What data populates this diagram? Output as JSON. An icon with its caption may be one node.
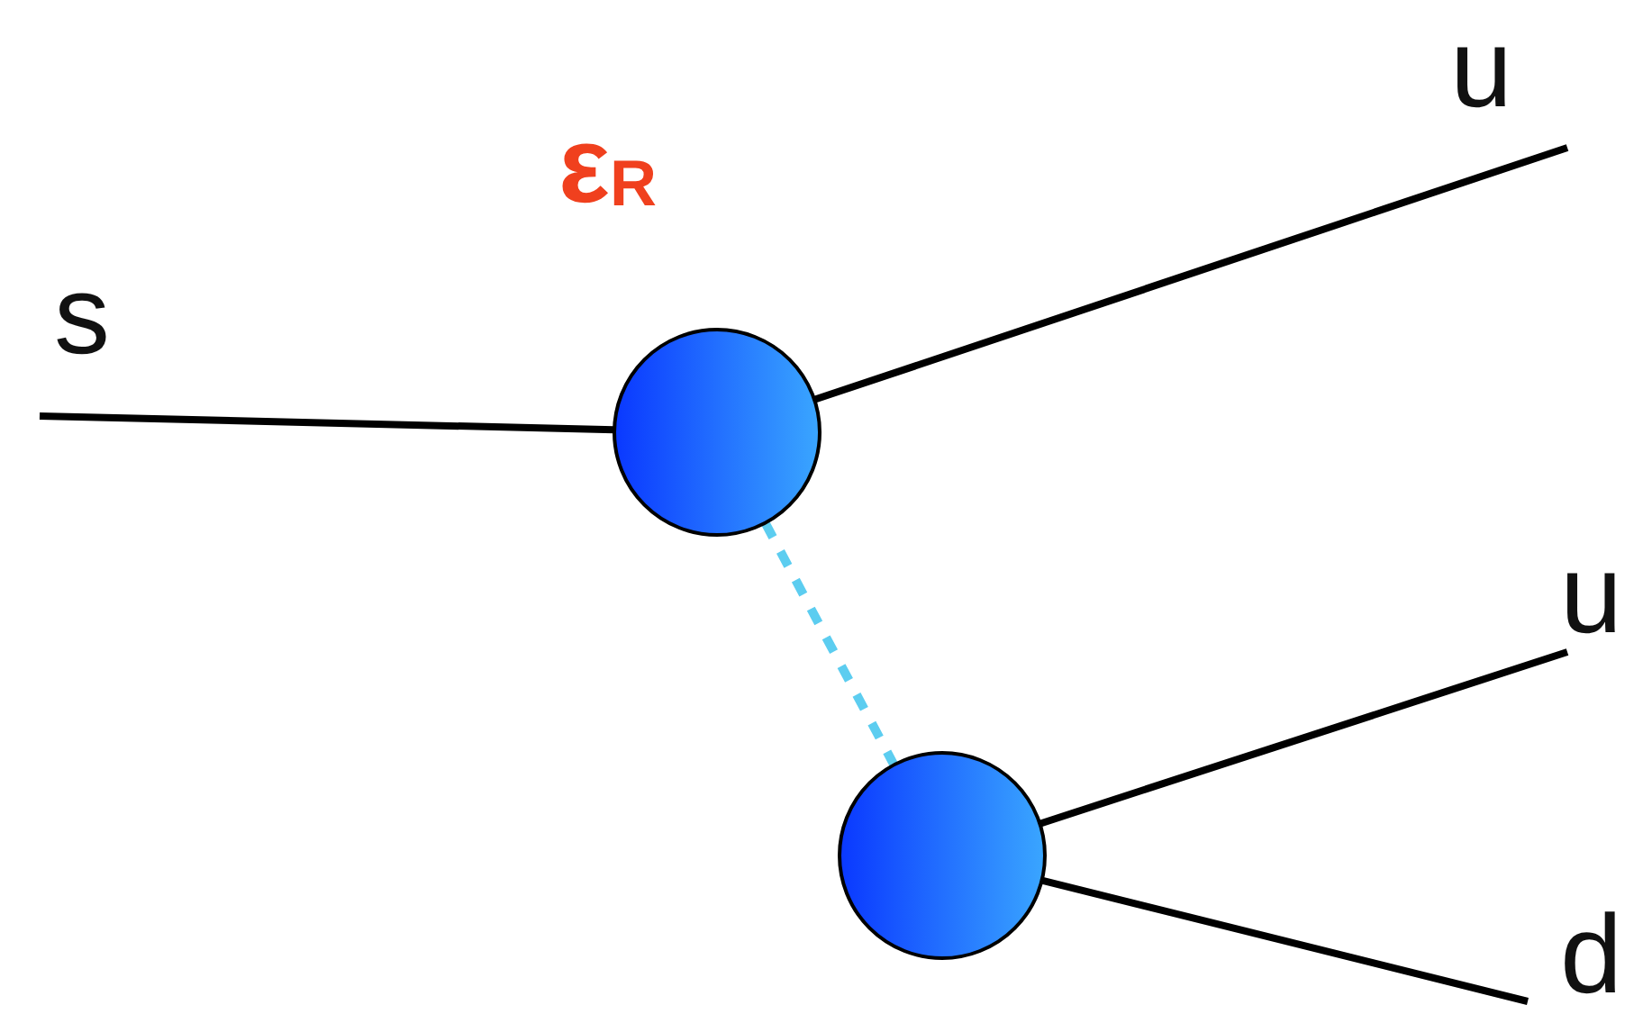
{
  "diagram": {
    "nodes": [
      {
        "text": [],
        "shape": "circle"
      },
      {
        "text": [],
        "shape": "circle"
      }
    ],
    "edges": [
      {
        "from": null,
        "to": 0,
        "arrow": "none"
      },
      {
        "from": 0,
        "to": null,
        "arrow": "none"
      },
      {
        "from": 0,
        "to": 1,
        "arrow": "none",
        "style": "dashed",
        "color": "#5ccdf0"
      },
      {
        "from": 1,
        "to": null,
        "arrow": "none"
      },
      {
        "from": 1,
        "to": null,
        "arrow": "none"
      }
    ],
    "labels": [
      "ε$_{R}$",
      "u",
      "s",
      "u",
      "d"
    ]
  }
}
